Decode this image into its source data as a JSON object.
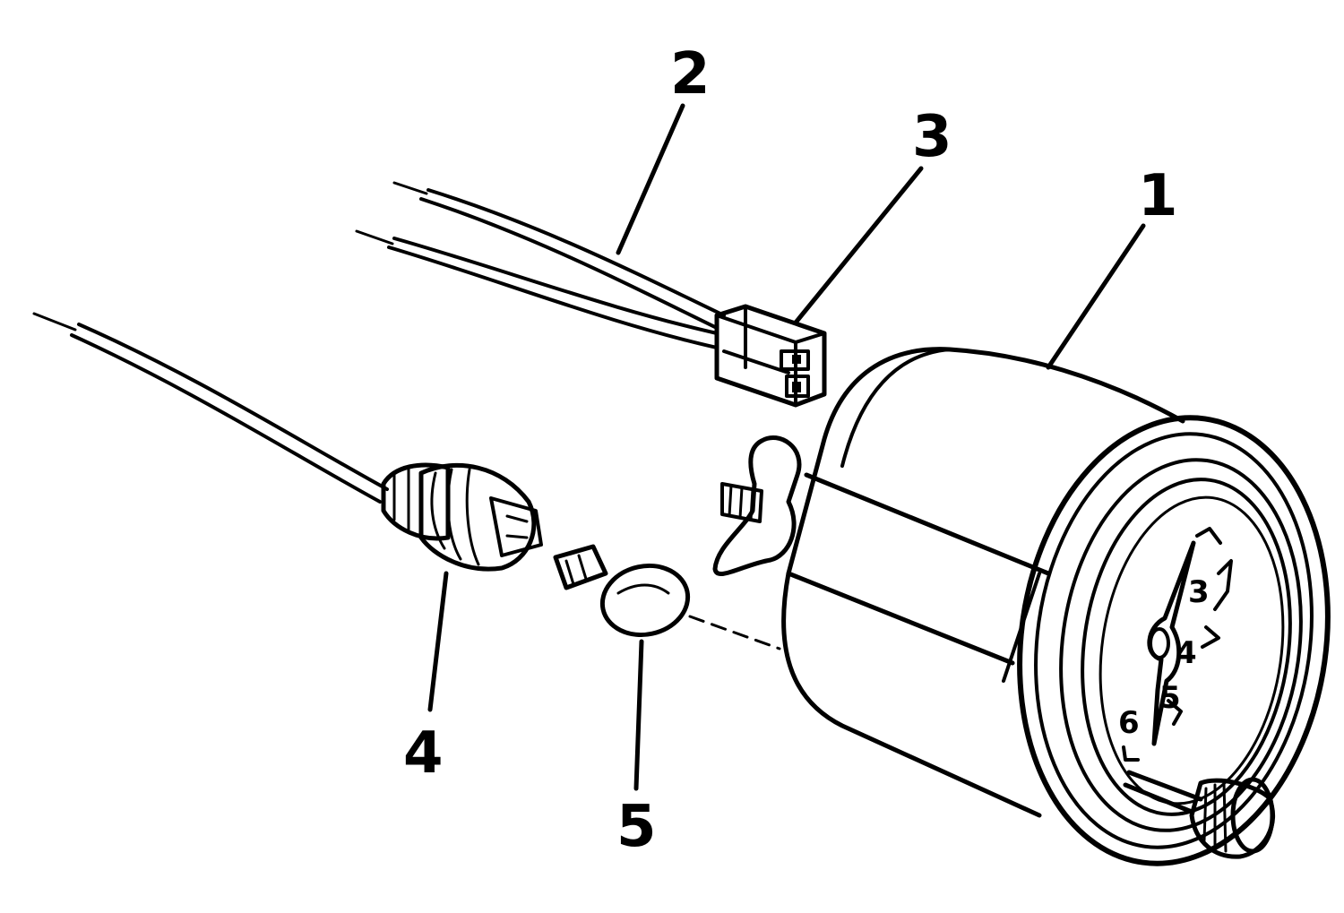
{
  "callouts": [
    {
      "id": "1",
      "label": "1"
    },
    {
      "id": "2",
      "label": "2"
    },
    {
      "id": "3",
      "label": "3"
    },
    {
      "id": "4",
      "label": "4"
    },
    {
      "id": "5",
      "label": "5"
    }
  ],
  "dial": {
    "numbers": [
      "3",
      "4",
      "5",
      "6"
    ]
  },
  "colors": {
    "ink": "#000000",
    "paper": "#ffffff"
  }
}
